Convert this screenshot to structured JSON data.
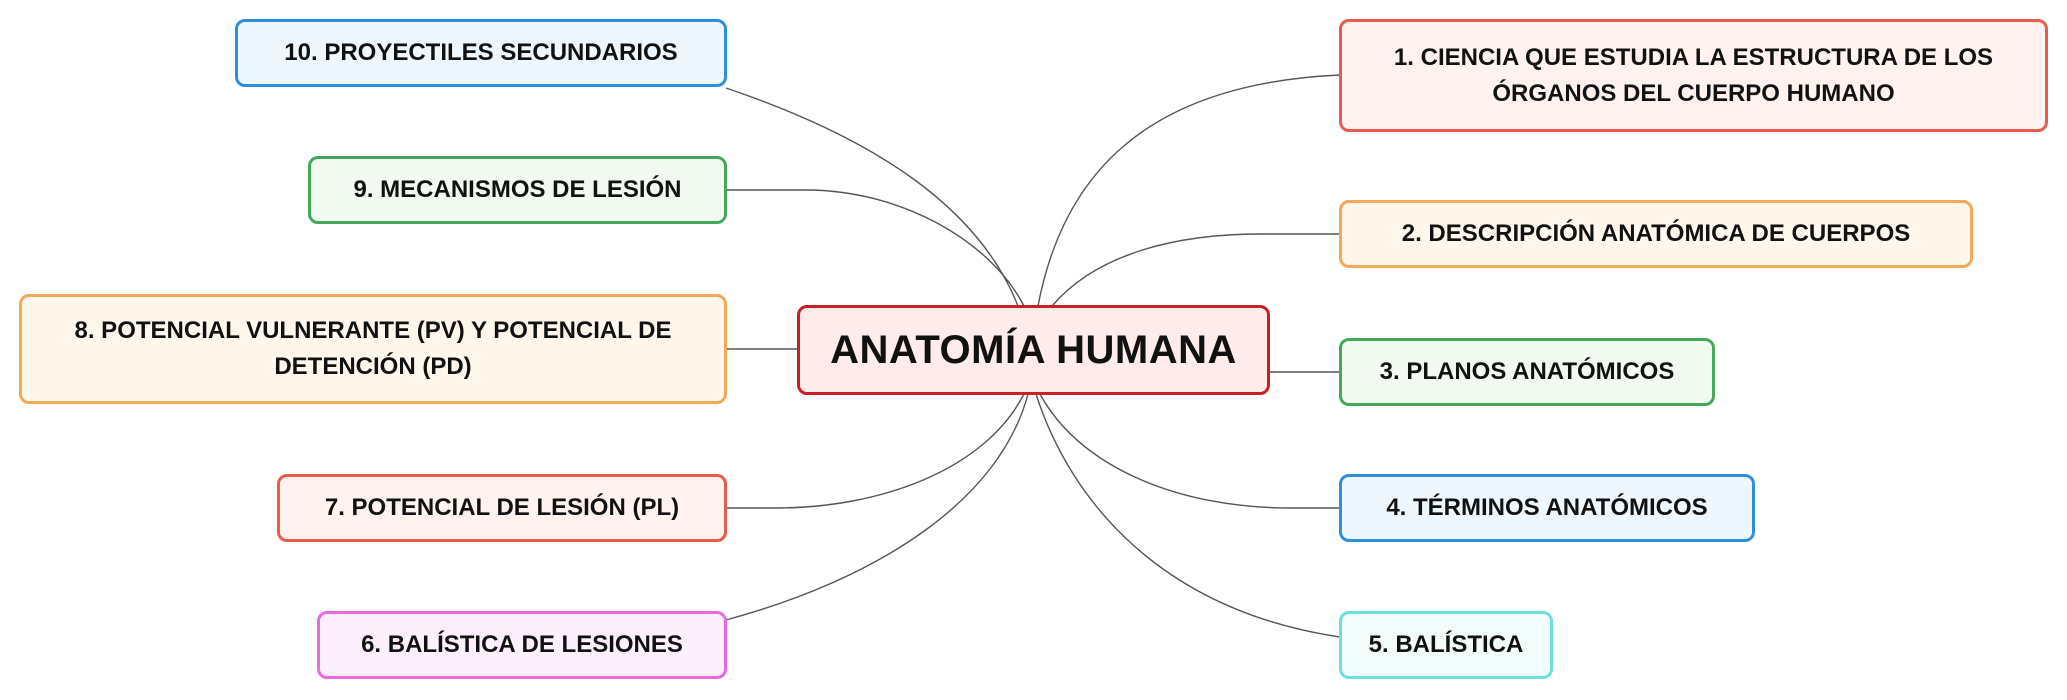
{
  "colors": {
    "red": {
      "border": "#e85c4e",
      "fill": "#fff2ef"
    },
    "orange": {
      "border": "#f5a857",
      "fill": "#fff6ec"
    },
    "green": {
      "border": "#43a85a",
      "fill": "#f1f9f1"
    },
    "blue": {
      "border": "#2e8fdd",
      "fill": "#eef7fe"
    },
    "cyan": {
      "border": "#6ee0dc",
      "fill": "#f1fcfb"
    },
    "pink": {
      "border": "#ea68e2",
      "fill": "#fdeffc"
    },
    "central": {
      "border": "#c81e24",
      "fill": "#fdeceb"
    },
    "connector": "#555555"
  },
  "central": {
    "label": "ANATOMÍA HUMANA"
  },
  "branches": [
    {
      "label": "1. CIENCIA QUE ESTUDIA LA ESTRUCTURA DE LOS ÓRGANOS DEL CUERPO HUMANO",
      "color": "red"
    },
    {
      "label": "2. DESCRIPCIÓN ANATÓMICA DE CUERPOS",
      "color": "orange"
    },
    {
      "label": "3. PLANOS ANATÓMICOS",
      "color": "green"
    },
    {
      "label": "4. TÉRMINOS ANATÓMICOS",
      "color": "blue"
    },
    {
      "label": "5. BALÍSTICA",
      "color": "cyan"
    },
    {
      "label": "6. BALÍSTICA DE LESIONES",
      "color": "pink"
    },
    {
      "label": "7. POTENCIAL DE LESIÓN (PL)",
      "color": "red"
    },
    {
      "label": "8. POTENCIAL VULNERANTE (PV) Y POTENCIAL DE DETENCIÓN (PD)",
      "color": "orange"
    },
    {
      "label": "9. MECANISMOS DE LESIÓN",
      "color": "green"
    },
    {
      "label": "10. PROYECTILES SECUNDARIOS",
      "color": "blue"
    }
  ]
}
